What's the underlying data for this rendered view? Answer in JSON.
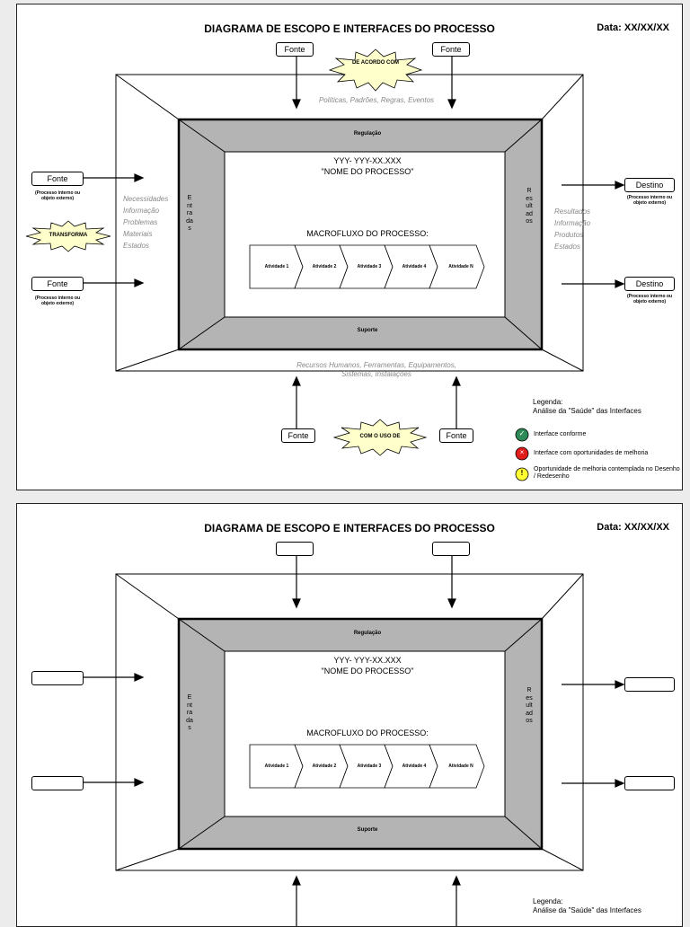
{
  "title": "DIAGRAMA DE ESCOPO E INTERFACES DO PROCESSO",
  "date_label": "Data: XX/XX/XX",
  "fonte_label": "Fonte",
  "destino_label": "Destino",
  "box_note": "(Processo interno ou objeto externo)",
  "de_acordo_com": "DE ACORDO COM",
  "com_o_uso_de": "COM O USO DE",
  "transforma": "TRANSFORMA",
  "top_inputs": "Políticas, Padrões, Regras, Eventos",
  "left_inputs": [
    "Necessidades",
    "Informação",
    "Problemas",
    "Materiais",
    "Estados"
  ],
  "right_outputs": [
    "Resultados",
    "Informação",
    "Produtos",
    "Estados"
  ],
  "bottom_inputs": [
    "Recursos  Humanos, Ferramentas, Equipamentos,",
    "Sistemas, Instalações"
  ],
  "regulacao": "Regulação",
  "suporte": "Suporte",
  "entradas": "Entradas",
  "resultados": "Resultados",
  "process_code": "YYY- YYY-XX.XXX",
  "process_name": "\"NOME DO PROCESSO\"",
  "macrofluxo": "MACROFLUXO DO PROCESSO:",
  "activities": [
    "Atividade 1",
    "Atividade 2",
    "Atividade 3",
    "Atividade 4",
    "Atividade N"
  ],
  "legend": {
    "title": "Legenda:",
    "subtitle": "Análise da \"Saúde\" das Interfaces",
    "items": [
      {
        "text": "Interface conforme",
        "color": "#2e8b57",
        "glyph": "✓"
      },
      {
        "text": "Interface com oportunidades de melhoria",
        "color": "#e21b1b",
        "glyph": "×"
      },
      {
        "text": "Oportunidade de melhoria contemplada no Desenho / Redesenho",
        "color": "#ffff33",
        "glyph": "!"
      }
    ]
  },
  "colors": {
    "frame_gray": "#b4b4b4",
    "starburst": "#ffffcc"
  }
}
